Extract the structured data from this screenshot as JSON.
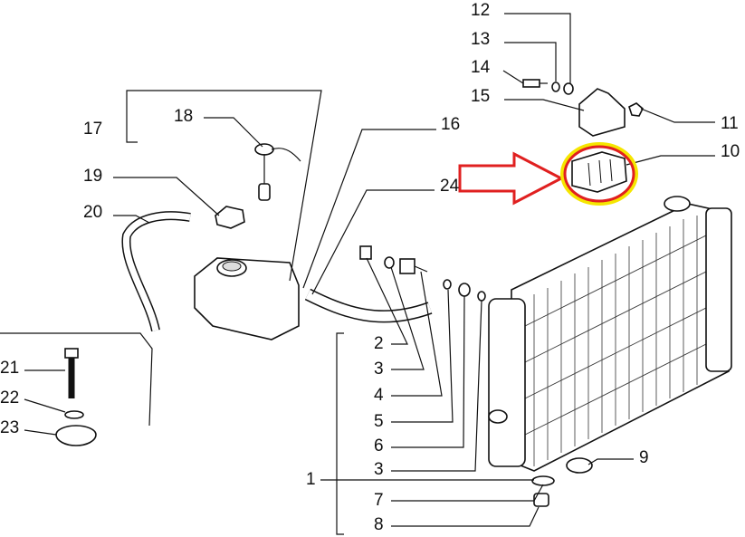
{
  "diagram": {
    "callouts": [
      "12",
      "13",
      "14",
      "15",
      "11",
      "10",
      "16",
      "24",
      "17",
      "18",
      "19",
      "20",
      "21",
      "22",
      "23",
      "2",
      "3",
      "4",
      "5",
      "6",
      "3",
      "1",
      "7",
      "8",
      "9"
    ],
    "highlight": {
      "arrow_color": "#e02020",
      "circle_color": "#e02020",
      "glow_color": "#f5e600",
      "target_callout": "10"
    }
  }
}
